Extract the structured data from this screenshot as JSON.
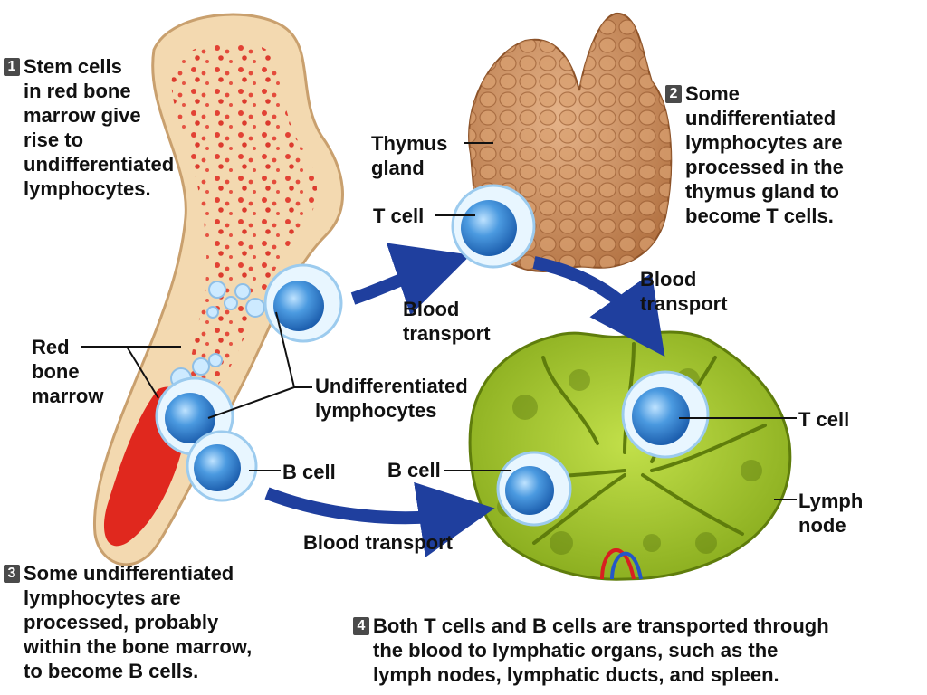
{
  "steps": [
    {
      "num": "1",
      "text": "Stem cells\nin red bone\nmarrow give\nrise to\nundifferentiated\nlymphocytes."
    },
    {
      "num": "2",
      "text": "Some\nundifferentiated\nlymphocytes are\nprocessed in the\nthymus gland to\nbecome T cells."
    },
    {
      "num": "3",
      "text": "Some undifferentiated\nlymphocytes are\nprocessed, probably\nwithin the bone marrow,\nto become B cells."
    },
    {
      "num": "4",
      "text": "Both T cells and B cells are transported through\nthe blood to lymphatic organs, such as the\nlymph nodes, lymphatic ducts, and spleen."
    }
  ],
  "labels": {
    "thymus": "Thymus\ngland",
    "t_cell_thymus": "T cell",
    "blood_transport_1": "Blood\ntransport",
    "blood_transport_2": "Blood\ntransport",
    "blood_transport_3": "Blood transport",
    "red_bone_marrow": "Red\nbone\nmarrow",
    "undiff": "Undifferentiated\nlymphocytes",
    "b_cell_bone": "B cell",
    "b_cell_node": "B cell",
    "t_cell_node": "T cell",
    "lymph_node": "Lymph\nnode"
  },
  "colors": {
    "bone": "#f3d9b0",
    "bone_edge": "#c9a06e",
    "marrow": "#e0281e",
    "thymus": "#c98a5a",
    "lymph_node": "#9cc21f",
    "arrow": "#1f3f9e",
    "cell": "#3e8ed6"
  }
}
